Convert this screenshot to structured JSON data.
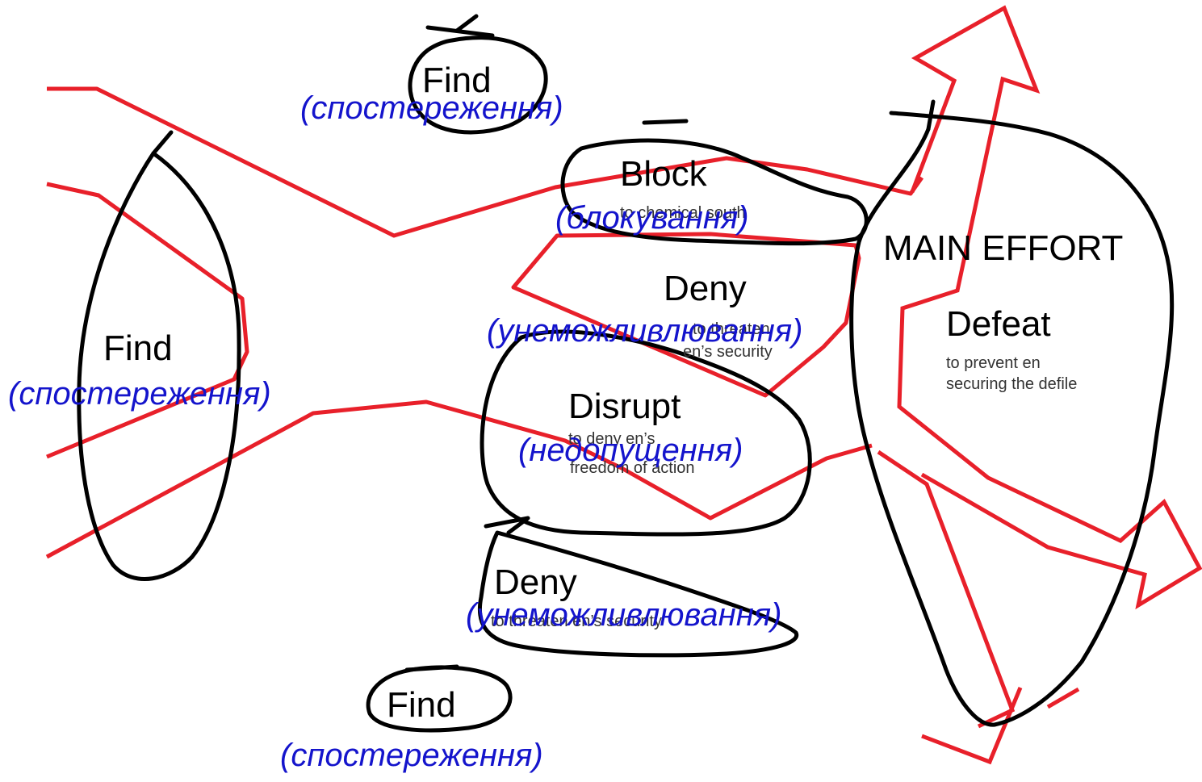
{
  "colors": {
    "lines": "#000000",
    "arrows": "#e8202a",
    "ukrainian_text": "#1414cc"
  },
  "labels": {
    "find_top": "Find",
    "find_top_ua": "(спостереження)",
    "find_left": "Find",
    "find_left_ua": "(спостереження)",
    "find_bottom": "Find",
    "find_bottom_ua": "(спостереження)",
    "block": "Block",
    "block_sub": "to chemical south",
    "block_ua": "(блокування)",
    "deny_upper": "Deny",
    "deny_upper_sub1": "to threaten",
    "deny_upper_sub2": "en’s security",
    "deny_upper_ua": "(унеможливлювання)",
    "disrupt": "Disrupt",
    "disrupt_sub1": "to deny en’s",
    "disrupt_sub2": "freedom of action",
    "disrupt_ua": "(недопущення)",
    "deny_lower": "Deny",
    "deny_lower_sub": "to threaten en’s security",
    "deny_lower_ua": "(унеможливлювання)",
    "main_effort": "MAIN EFFORT",
    "defeat": "Defeat",
    "defeat_sub1": "to prevent en",
    "defeat_sub2": "securing the defile"
  }
}
